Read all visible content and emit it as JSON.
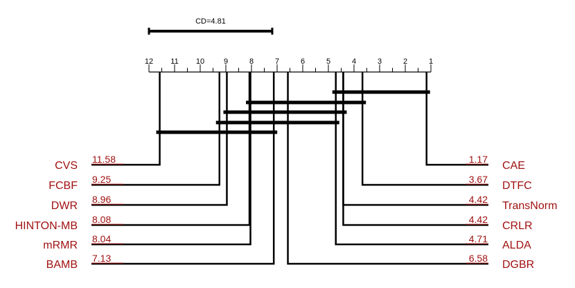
{
  "chart_data": {
    "type": "critical-difference",
    "cd_label": "CD=4.81",
    "cd_value": 4.81,
    "axis": {
      "min": 1,
      "max": 12,
      "reversed": true,
      "ticks": [
        12,
        11,
        10,
        9,
        8,
        7,
        6,
        5,
        4,
        3,
        2,
        1
      ],
      "tick_labels": [
        "12",
        "11",
        "10",
        "9",
        "8",
        "7",
        "6",
        "5",
        "4",
        "3",
        "2",
        "1"
      ]
    },
    "methods_right": [
      {
        "name": "CAE",
        "rank": 1.17,
        "rank_label": "1.17"
      },
      {
        "name": "DTFC",
        "rank": 3.67,
        "rank_label": "3.67"
      },
      {
        "name": "TransNorm",
        "rank": 4.42,
        "rank_label": "4.42"
      },
      {
        "name": "CRLR",
        "rank": 4.42,
        "rank_label": "4.42"
      },
      {
        "name": "ALDA",
        "rank": 4.71,
        "rank_label": "4.71"
      },
      {
        "name": "DGBR",
        "rank": 6.58,
        "rank_label": "6.58"
      }
    ],
    "methods_left": [
      {
        "name": "CVS",
        "rank": 11.58,
        "rank_label": "11.58"
      },
      {
        "name": "FCBF",
        "rank": 9.25,
        "rank_label": "9.25"
      },
      {
        "name": "DWR",
        "rank": 8.96,
        "rank_label": "8.96"
      },
      {
        "name": "HINTON-MB",
        "rank": 8.08,
        "rank_label": "8.08"
      },
      {
        "name": "mRMR",
        "rank": 8.04,
        "rank_label": "8.04"
      },
      {
        "name": "BAMB",
        "rank": 7.13,
        "rank_label": "7.13"
      }
    ],
    "cliques": [
      {
        "from": 1.17,
        "to": 4.71
      },
      {
        "from": 3.67,
        "to": 8.08
      },
      {
        "from": 4.42,
        "to": 8.96
      },
      {
        "from": 4.71,
        "to": 9.25
      },
      {
        "from": 7.13,
        "to": 11.58
      }
    ],
    "colors": {
      "label": "#a01010",
      "line": "#000000"
    }
  }
}
